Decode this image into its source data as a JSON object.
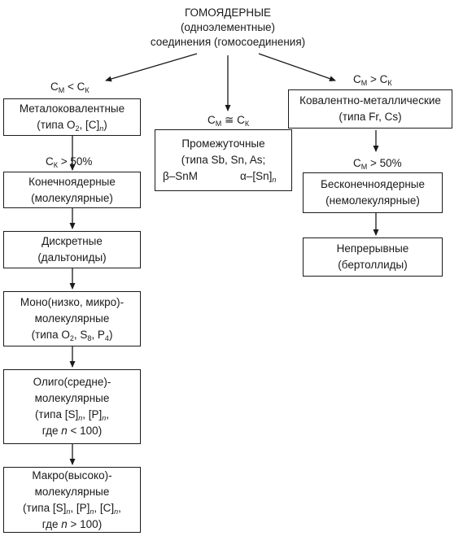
{
  "root": {
    "title": "ГОМОЯДЕРНЫЕ",
    "subtitle": "(одноэлементные)",
    "line3": "соединения (гомосоединения)"
  },
  "conditions": {
    "left": {
      "a": "C",
      "a_sub": "М",
      "op": " < ",
      "b": "C",
      "b_sub": "К"
    },
    "middle": {
      "a": "C",
      "a_sub": "М",
      "op": " ≅ ",
      "b": "C",
      "b_sub": "К"
    },
    "right": {
      "a": "C",
      "a_sub": "М",
      "op": " > ",
      "b": "C",
      "b_sub": "К"
    },
    "left_pct": {
      "a": "C",
      "a_sub": "К",
      "op": " > 50%"
    },
    "right_pct": {
      "a": "C",
      "a_sub": "М",
      "op": " > 50%"
    }
  },
  "left_column": {
    "metallocovalent": {
      "line1": "Металоковалентные",
      "line2_prefix": "(типа O",
      "line2_sub1": "2",
      "line2_mid": ", [C]",
      "line2_sub2": "n",
      "line2_suffix": ")"
    },
    "finite": {
      "line1": "Конечноядерные",
      "line2": "(молекулярные)"
    },
    "discrete": {
      "line1": "Дискретные",
      "line2": "(дальтониды)"
    },
    "mono": {
      "line1": "Моно(низко, микро)-",
      "line2": "молекулярные",
      "line3_prefix": "(типа O",
      "line3_sub1": "2",
      "line3_mid1": ", S",
      "line3_sub2": "8",
      "line3_mid2": ", P",
      "line3_sub3": "4",
      "line3_suffix": ")"
    },
    "oligo": {
      "line1": "Олиго(средне)-",
      "line2": "молекулярные",
      "line3_prefix": "(типа [S]",
      "line3_sub1": "n",
      "line3_mid": ", [P]",
      "line3_sub2": "n",
      "line3_suffix": ",",
      "line4_prefix": "где ",
      "line4_var": "n",
      "line4_suffix": " < 100)"
    },
    "macro": {
      "line1": "Макро(высоко)-",
      "line2": "молекулярные",
      "line3_prefix": "(типа [S]",
      "line3_sub1": "n",
      "line3_mid1": ", [P]",
      "line3_sub2": "n",
      "line3_mid2": ", [C]",
      "line3_sub3": "n",
      "line3_suffix": ",",
      "line4_prefix": "где ",
      "line4_var": "n",
      "line4_suffix": " > 100)"
    }
  },
  "middle_column": {
    "intermediate": {
      "line1": "Промежуточные",
      "line2": "(типа Sb, Sn, As;",
      "line3_left": "β–SnM",
      "line3_right_prefix": "α–[Sn]",
      "line3_right_sub": "n"
    }
  },
  "right_column": {
    "covalent_metallic": {
      "line1": "Ковалентно-металлические",
      "line2": "(типа Fr, Cs)"
    },
    "infinite": {
      "line1": "Бесконечноядерные",
      "line2": "(немолекулярные)"
    },
    "continuous": {
      "line1": "Непрерывные",
      "line2": "(бертоллиды)"
    }
  }
}
